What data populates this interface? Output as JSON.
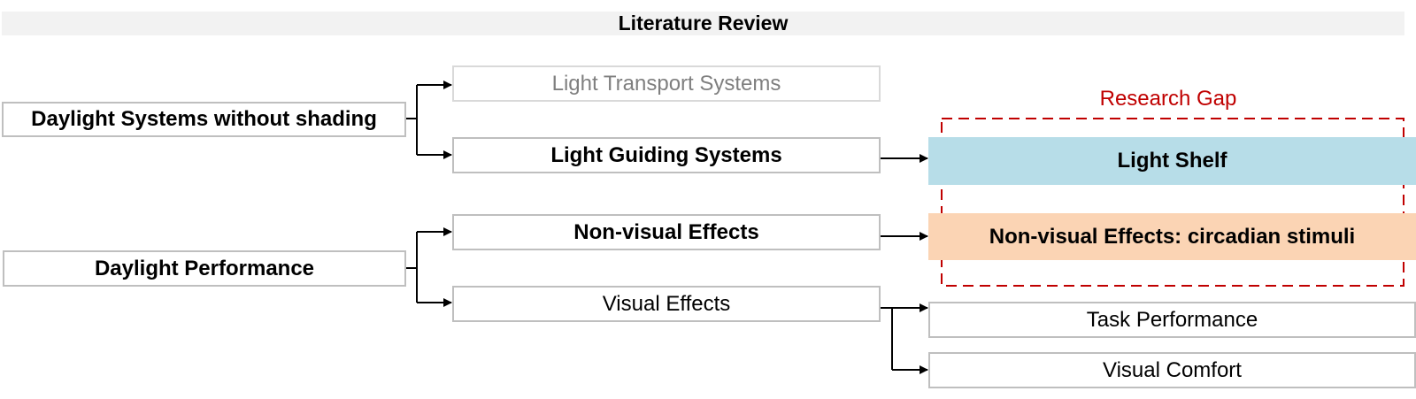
{
  "title": "Literature Review",
  "research_gap_label": "Research Gap",
  "colors": {
    "gap_border": "#c00000",
    "gap_label": "#c00000",
    "light_shelf_fill": "#b7dde8",
    "circadian_fill": "#fbd4b4",
    "box_border": "#bfbfbf",
    "faded_text": "#7f7f7f"
  },
  "nodes": {
    "daylight_systems": "Daylight Systems without shading",
    "daylight_performance": "Daylight Performance",
    "light_transport": "Light Transport Systems",
    "light_guiding": "Light Guiding Systems",
    "non_visual": "Non-visual Effects",
    "visual": "Visual Effects",
    "light_shelf": "Light Shelf",
    "circadian": "Non-visual Effects: circadian stimuli",
    "task_performance": "Task Performance",
    "visual_comfort": "Visual Comfort"
  }
}
